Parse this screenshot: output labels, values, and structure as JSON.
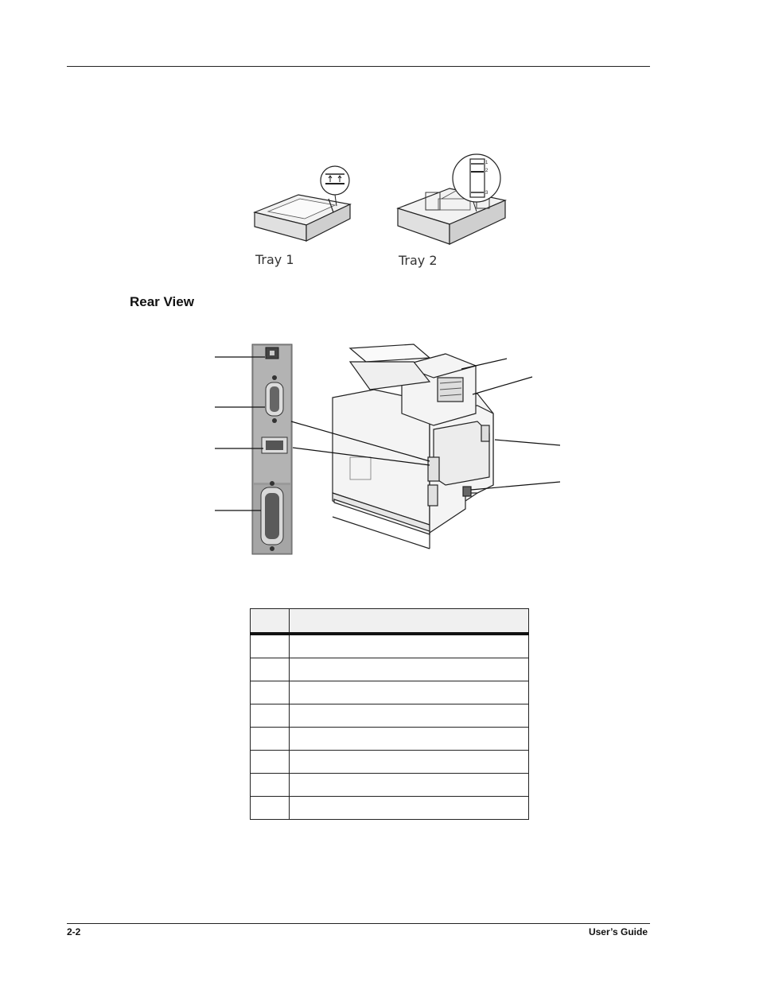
{
  "figures": {
    "tray1_label": "Tray 1",
    "tray2_label": "Tray 2",
    "tray2_guide_numbers": [
      "1",
      "2",
      "3"
    ]
  },
  "section": {
    "title": "Rear View"
  },
  "table": {
    "header": [
      "",
      ""
    ],
    "rows": [
      [
        "",
        ""
      ],
      [
        "",
        ""
      ],
      [
        "",
        ""
      ],
      [
        "",
        ""
      ],
      [
        "",
        ""
      ],
      [
        "",
        ""
      ],
      [
        "",
        ""
      ],
      [
        "",
        ""
      ]
    ]
  },
  "footer": {
    "page_number": "2-2",
    "guide_title": "User’s Guide"
  }
}
